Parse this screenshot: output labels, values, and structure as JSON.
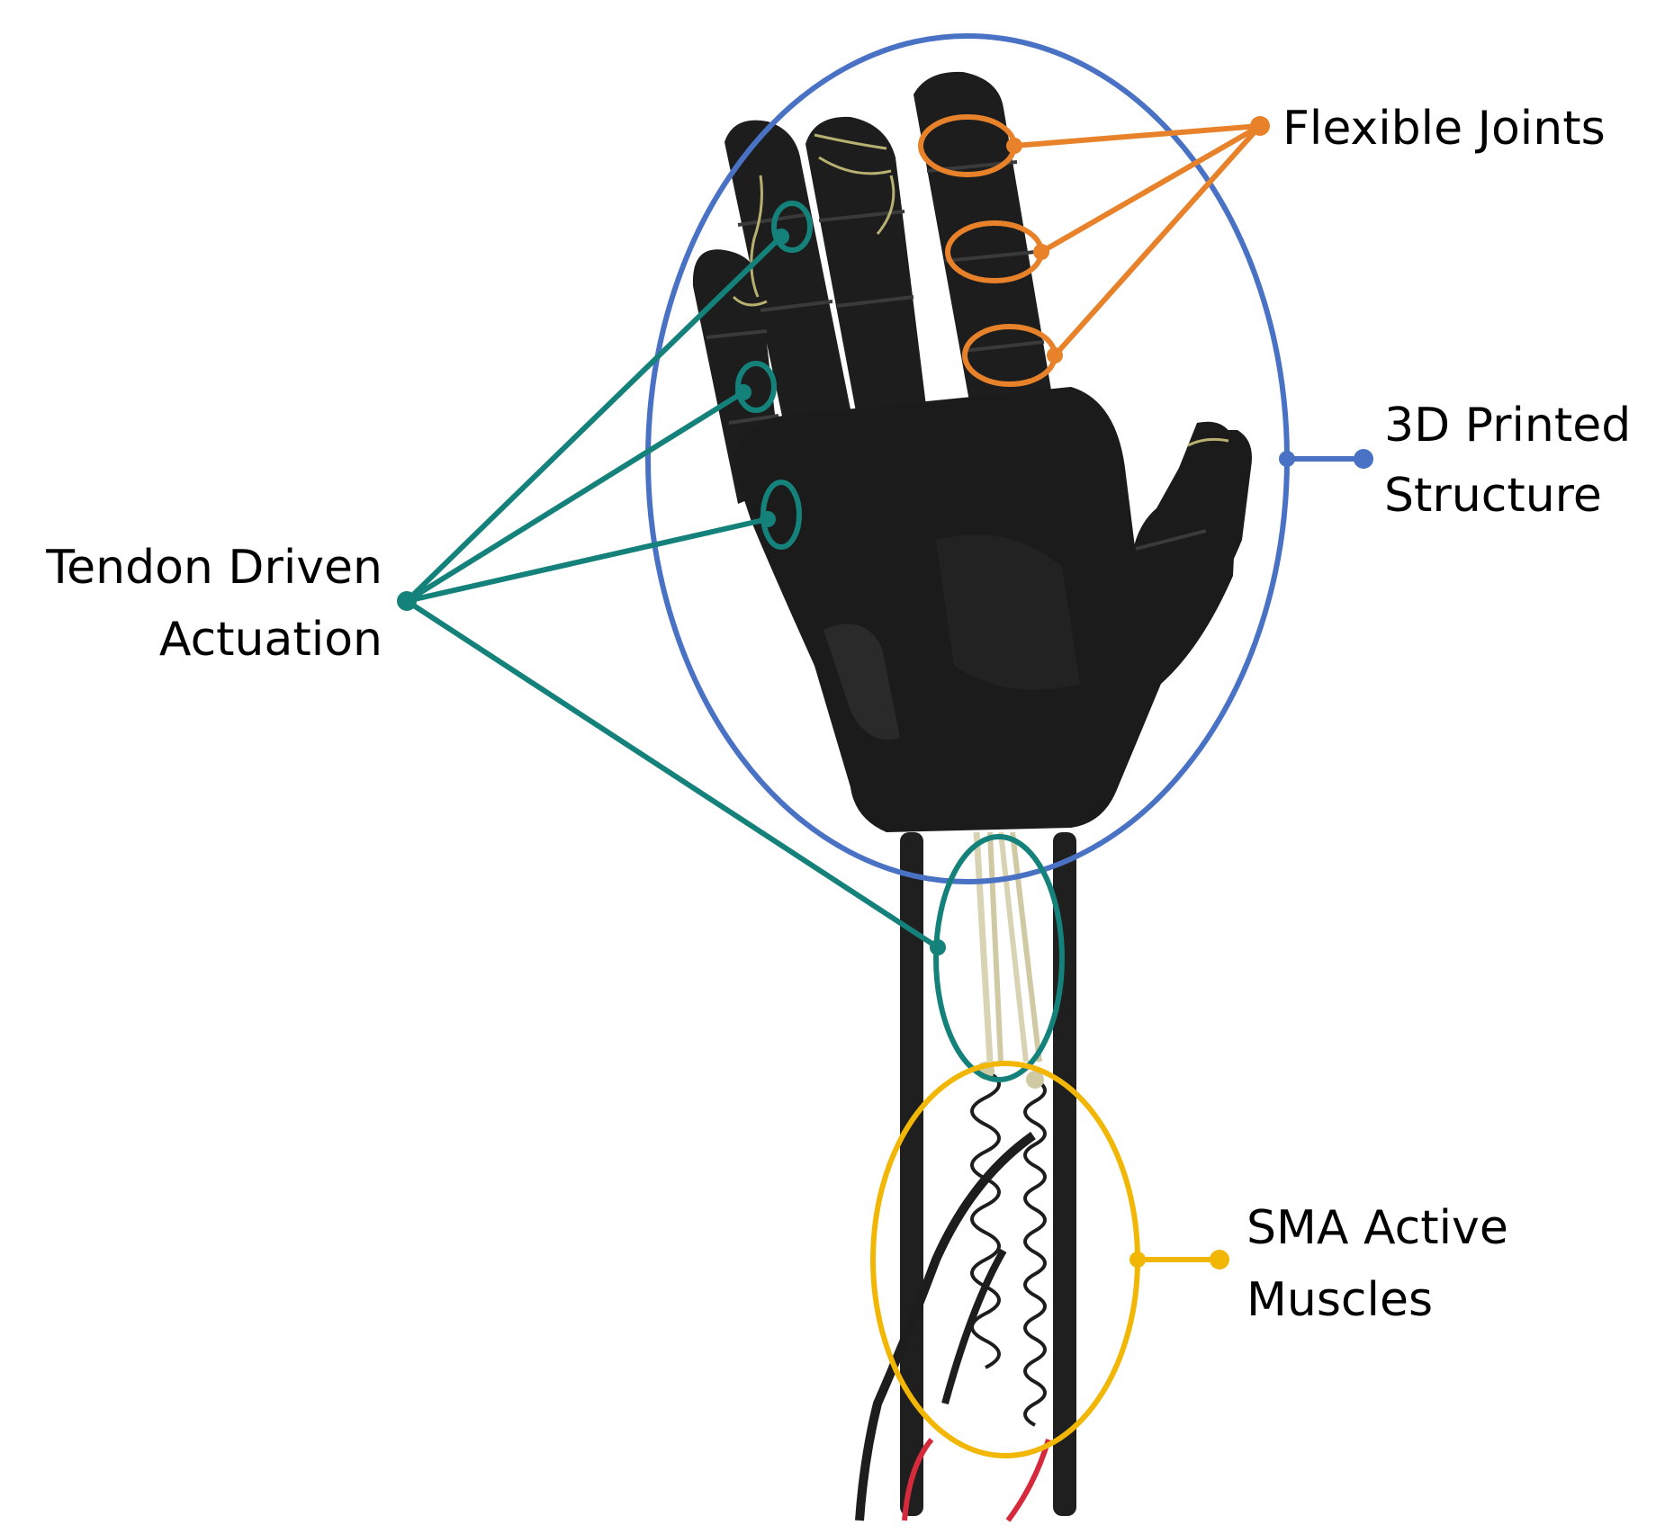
{
  "labels": {
    "flexible_joints": "Flexible Joints",
    "printed_structure": [
      "3D Printed",
      "Structure"
    ],
    "tendon_actuation": [
      "Tendon Driven",
      "Actuation"
    ],
    "sma_muscles": [
      "SMA Active",
      "Muscles"
    ]
  },
  "colors": {
    "flexible_joints": "#e8822a",
    "printed_structure": "#4a72c4",
    "tendon_actuation": "#14827a",
    "sma_muscles": "#f2b705",
    "hand": "#1c1c1c",
    "tendon_wire": "#d8d3b2",
    "lead_wire": "#d42a3c"
  },
  "icons": {
    "hand": "robotic-hand-icon",
    "tendons": "tendon-bundle-icon",
    "springs": "sma-spring-icon"
  }
}
